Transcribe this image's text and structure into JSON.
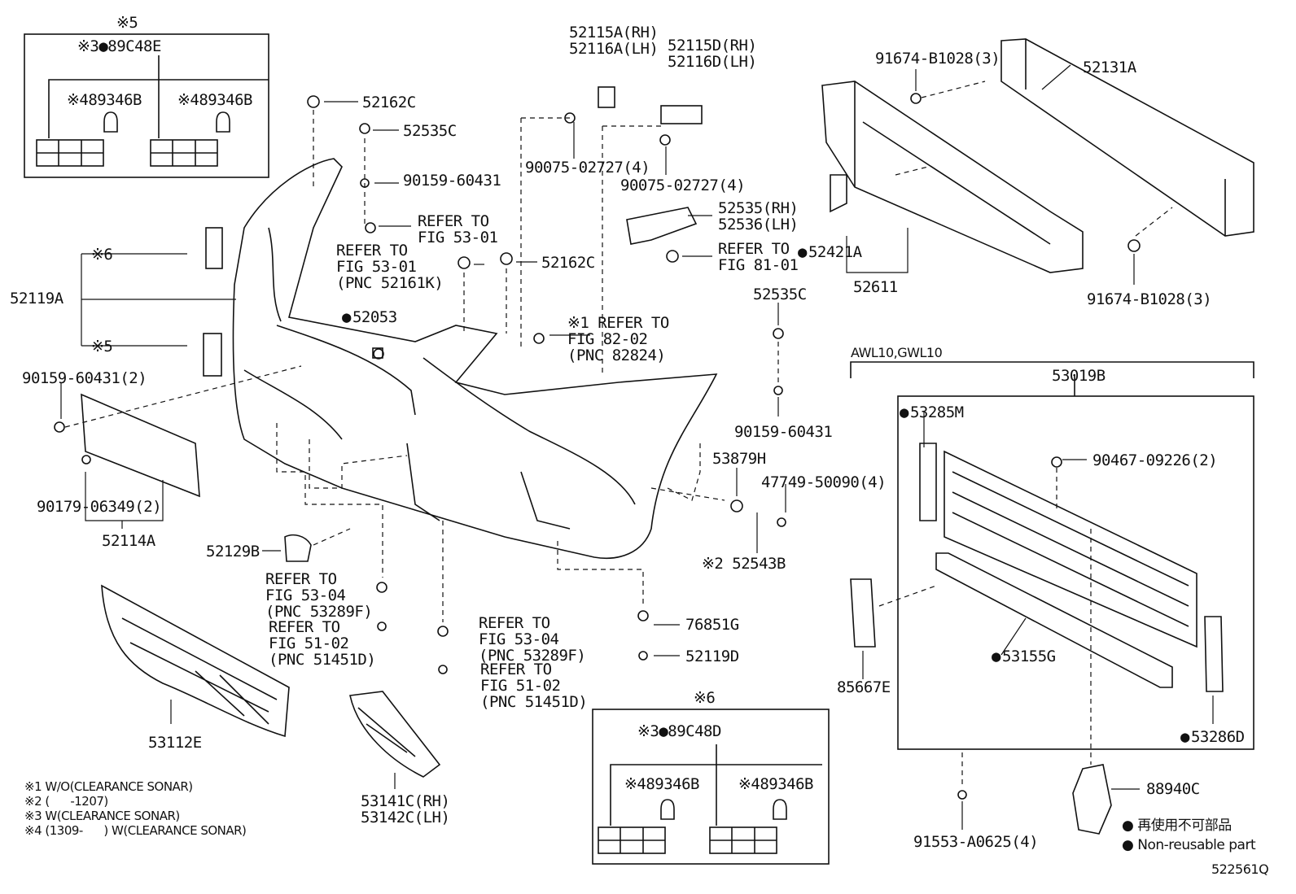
{
  "labels": {
    "note5_top": "※5",
    "note5_code": "※3●89C48E",
    "note5_a": "※489346B",
    "note5_b": "※489346B",
    "p52162c_top": "52162C",
    "p52535c_top": "52535C",
    "p90159_top": "90159-60431",
    "refer_5301_a": "REFER TO\nFIG 53-01",
    "refer_5301_b": "REFER TO\nFIG 53-01\n(PNC 52161K)",
    "p52162c_mid": "52162C",
    "note6_left": "※6",
    "p52119a": "52119A",
    "note5_left": "※5",
    "p52053": "52053",
    "p90159_2": "90159-60431(2)",
    "p90179": "90179-06349(2)",
    "p52114a": "52114A",
    "p52129b": "52129B",
    "refer_5304_a": "REFER TO\nFIG 53-04\n(PNC 53289F)",
    "refer_5102_a": "REFER TO\nFIG 51-02\n(PNC 51451D)",
    "refer_5304_b": "REFER TO\nFIG 53-04\n(PNC 53289F)",
    "refer_5102_b": "REFER TO\nFIG 51-02\n(PNC 51451D)",
    "p53112e": "53112E",
    "p53141c": "53141C(RH)\n53142C(LH)",
    "p52115a": "52115A(RH)\n52116A(LH)",
    "p52115d": "52115D(RH)\n52116D(LH)",
    "p90075_a": "90075-02727(4)",
    "p90075_b": "90075-02727(4)",
    "p52535": "52535(RH)\n52536(LH)",
    "refer_8101": "REFER TO\nFIG 81-01",
    "p52421a": "52421A",
    "refer_8202": "※1 REFER TO\nFIG 82-02\n(PNC 82824)",
    "p52535c_mid": "52535C",
    "p90159_mid": "90159-60431",
    "p53879h": "53879H",
    "p47749": "47749-50090(4)",
    "p52543b": "※2 52543B",
    "p76851g": "76851G",
    "p52119d": "52119D",
    "note6_bottom": "※6",
    "note6_code": "※3●89C48D",
    "note6_a": "※489346B",
    "note6_b": "※489346B",
    "p91674_top": "91674-B1028(3)",
    "p52131a": "52131A",
    "p52611": "52611",
    "p91674_bot": "91674-B1028(3)",
    "awl": "AWL10,GWL10",
    "p53019b": "53019B",
    "p53285m": "53285M",
    "p90467": "90467-09226(2)",
    "p85667e": "85667E",
    "p53155g": "53155G",
    "p53286d": "53286D",
    "p91553": "91553-A0625(4)",
    "p88940c": "88940C",
    "legend_jp": "● 再使用不可部品",
    "legend_en": "● Non-reusable part",
    "fig_code": "522561Q"
  },
  "footnotes": [
    "※1 W/O(CLEARANCE SONAR)",
    "※2 (      -1207)",
    "※3 W(CLEARANCE SONAR)",
    "※4 (1309-      ) W(CLEARANCE SONAR)"
  ]
}
